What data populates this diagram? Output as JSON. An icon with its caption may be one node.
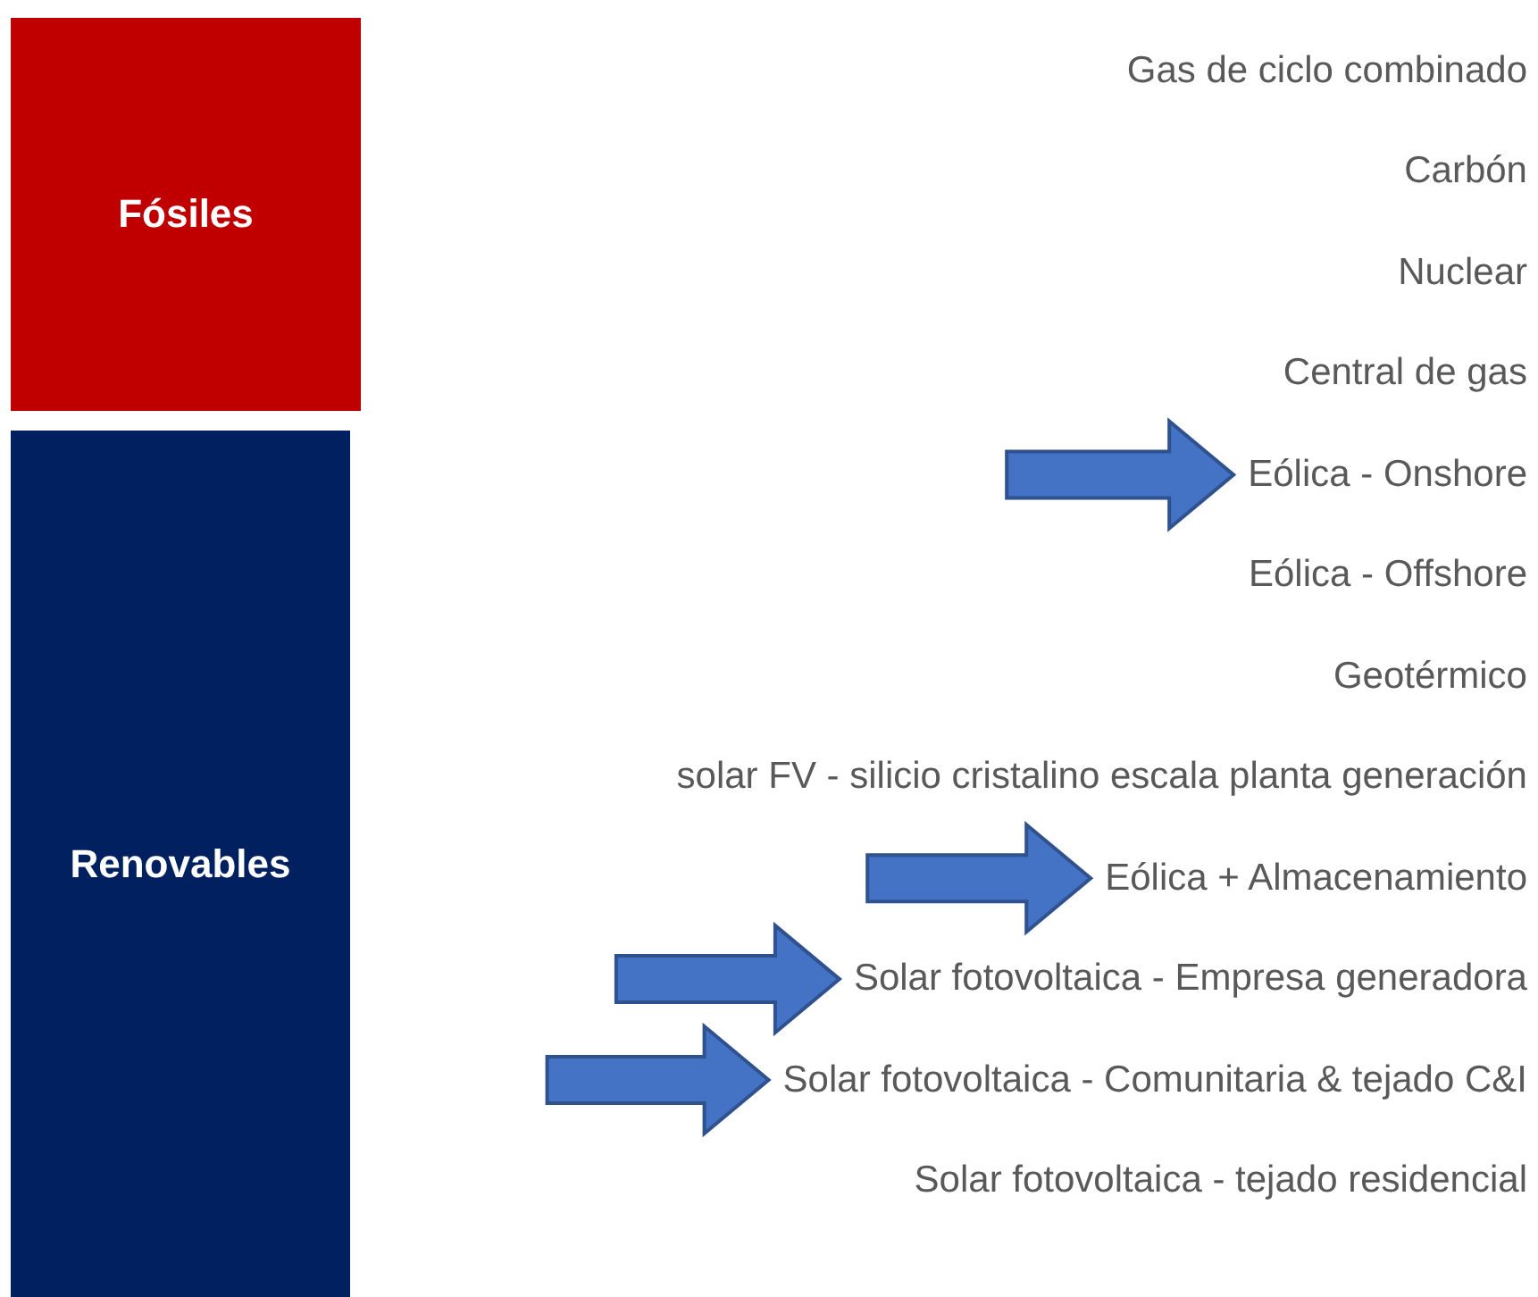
{
  "diagram": {
    "nodes": [
      {
        "text": [
          "Fósiles"
        ]
      },
      {
        "text": [
          "Renovables"
        ]
      },
      {
        "text": [
          "Gas de ciclo combinado"
        ]
      },
      {
        "text": [
          "Carbón"
        ]
      },
      {
        "text": [
          "Nuclear"
        ]
      },
      {
        "text": [
          "Central de gas"
        ]
      },
      {
        "text": [
          "Eólica - Onshore"
        ]
      },
      {
        "text": [
          "Eólica - Offshore"
        ]
      },
      {
        "text": [
          "Geotérmico"
        ]
      },
      {
        "text": [
          "solar FV - silicio cristalino escala planta generación"
        ]
      },
      {
        "text": [
          "Eólica + Almacenamiento"
        ]
      },
      {
        "text": [
          "Solar fotovoltaica - Empresa generadora"
        ]
      },
      {
        "text": [
          "Solar fotovoltaica - Comunitaria & tejado C&I"
        ]
      },
      {
        "text": [
          "Solar fotovoltaica - tejado residencial"
        ]
      }
    ],
    "edges": [
      {
        "from": null,
        "to": 6,
        "arrow": "to"
      },
      {
        "from": null,
        "to": 10,
        "arrow": "to"
      },
      {
        "from": null,
        "to": 11,
        "arrow": "to"
      },
      {
        "from": null,
        "to": 12,
        "arrow": "to"
      }
    ]
  }
}
